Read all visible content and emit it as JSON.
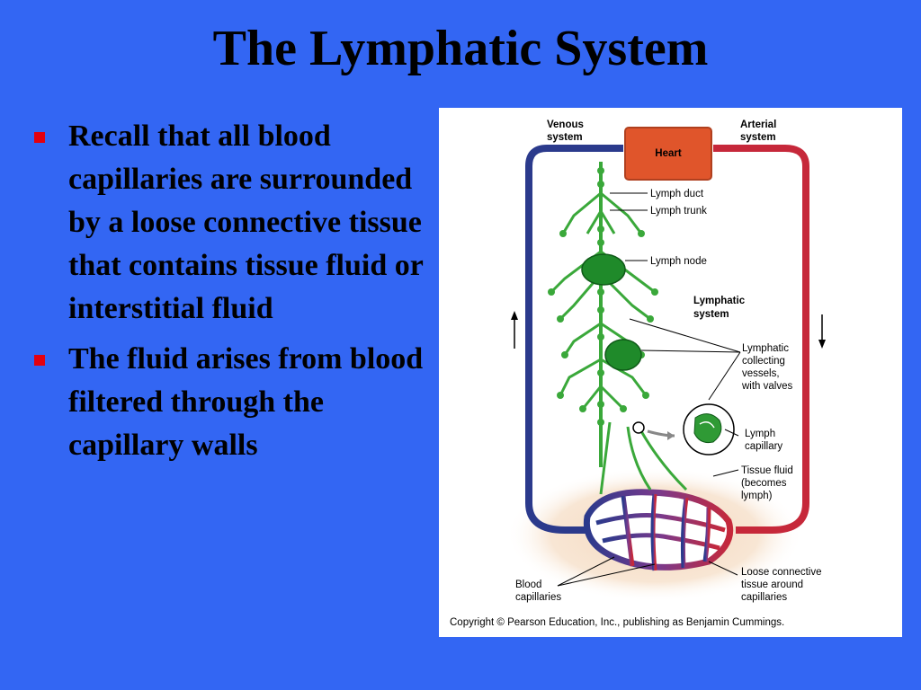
{
  "slide": {
    "title": "The Lymphatic System",
    "bullets": [
      "Recall that all blood capillaries are surrounded by a loose connective tissue that contains tissue fluid or interstitial fluid",
      "The fluid arises from blood filtered through the capillary walls"
    ]
  },
  "diagram": {
    "venous_line1": "Venous",
    "venous_line2": "system",
    "arterial_line1": "Arterial",
    "arterial_line2": "system",
    "heart": "Heart",
    "lymph_duct": "Lymph duct",
    "lymph_trunk": "Lymph trunk",
    "lymph_node": "Lymph node",
    "lymphatic_line1": "Lymphatic",
    "lymphatic_line2": "system",
    "collecting_line1": "Lymphatic",
    "collecting_line2": "collecting",
    "collecting_line3": "vessels,",
    "collecting_line4": "with valves",
    "lymph_cap_line1": "Lymph",
    "lymph_cap_line2": "capillary",
    "tissue_fluid_line1": "Tissue fluid",
    "tissue_fluid_line2": "(becomes",
    "tissue_fluid_line3": "lymph)",
    "blood_cap_line1": "Blood",
    "blood_cap_line2": "capillaries",
    "loose_line1": "Loose connective",
    "loose_line2": "tissue around",
    "loose_line3": "capillaries",
    "copyright": "Copyright © Pearson Education, Inc., publishing as Benjamin Cummings."
  },
  "colors": {
    "background": "#3366f3",
    "bullet": "#e3000f",
    "venous": "#2b3a8c",
    "arterial": "#c6283a",
    "heart": "#e0552b",
    "lymph": "#3aa83a",
    "lymph_node": "#1f8a2a"
  }
}
